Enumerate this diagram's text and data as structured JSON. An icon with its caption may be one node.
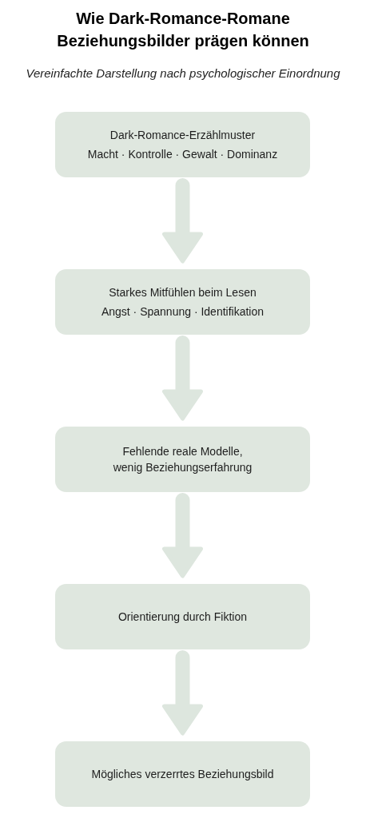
{
  "diagram": {
    "title": "Wie Dark-Romance-Romane Beziehungsbilder prägen können",
    "caption": "Vereinfachte Darstellung nach psychologischer Einordnung",
    "nodes": [
      {
        "text": [
          "Dark-Romance-Erzählmuster",
          "Macht · Kontrolle · Gewalt · Dominanz"
        ]
      },
      {
        "text": [
          "Starkes Mitfühlen beim Lesen",
          "Angst · Spannung · Identifikation"
        ]
      },
      {
        "text": [
          "Fehlende reale Modelle, wenig Beziehungserfahrung"
        ]
      },
      {
        "text": [
          "Orientierung durch Fiktion"
        ]
      },
      {
        "text": [
          "Mögliches verzerrtes Beziehungsbild"
        ]
      }
    ],
    "edges": [
      {
        "from": 0,
        "to": 1,
        "arrow": "to"
      },
      {
        "from": 1,
        "to": 2,
        "arrow": "to"
      },
      {
        "from": 2,
        "to": 3,
        "arrow": "to"
      },
      {
        "from": 3,
        "to": 4,
        "arrow": "to"
      }
    ]
  }
}
